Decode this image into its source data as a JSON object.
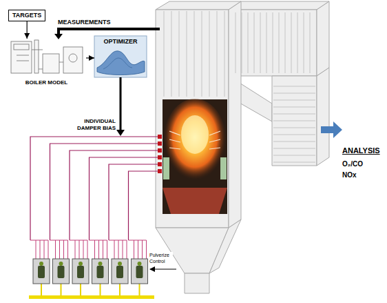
{
  "diagram": {
    "nodes": [
      {
        "text": [
          "TARGETS"
        ]
      },
      {
        "text": [
          "BOILER MODEL"
        ]
      },
      {
        "text": [
          "OPTIMIZER"
        ]
      }
    ],
    "edges": [
      {
        "from": 0,
        "to": 1,
        "arrow": "to"
      },
      {
        "from": 1,
        "to": 2,
        "arrow": "to"
      }
    ],
    "labels": [
      "MEASUREMENTS",
      "INDIVIDUAL DAMPER BIAS",
      "ANALYSIS",
      "O₂/CO",
      "NOx",
      "Pulverize Control"
    ]
  }
}
